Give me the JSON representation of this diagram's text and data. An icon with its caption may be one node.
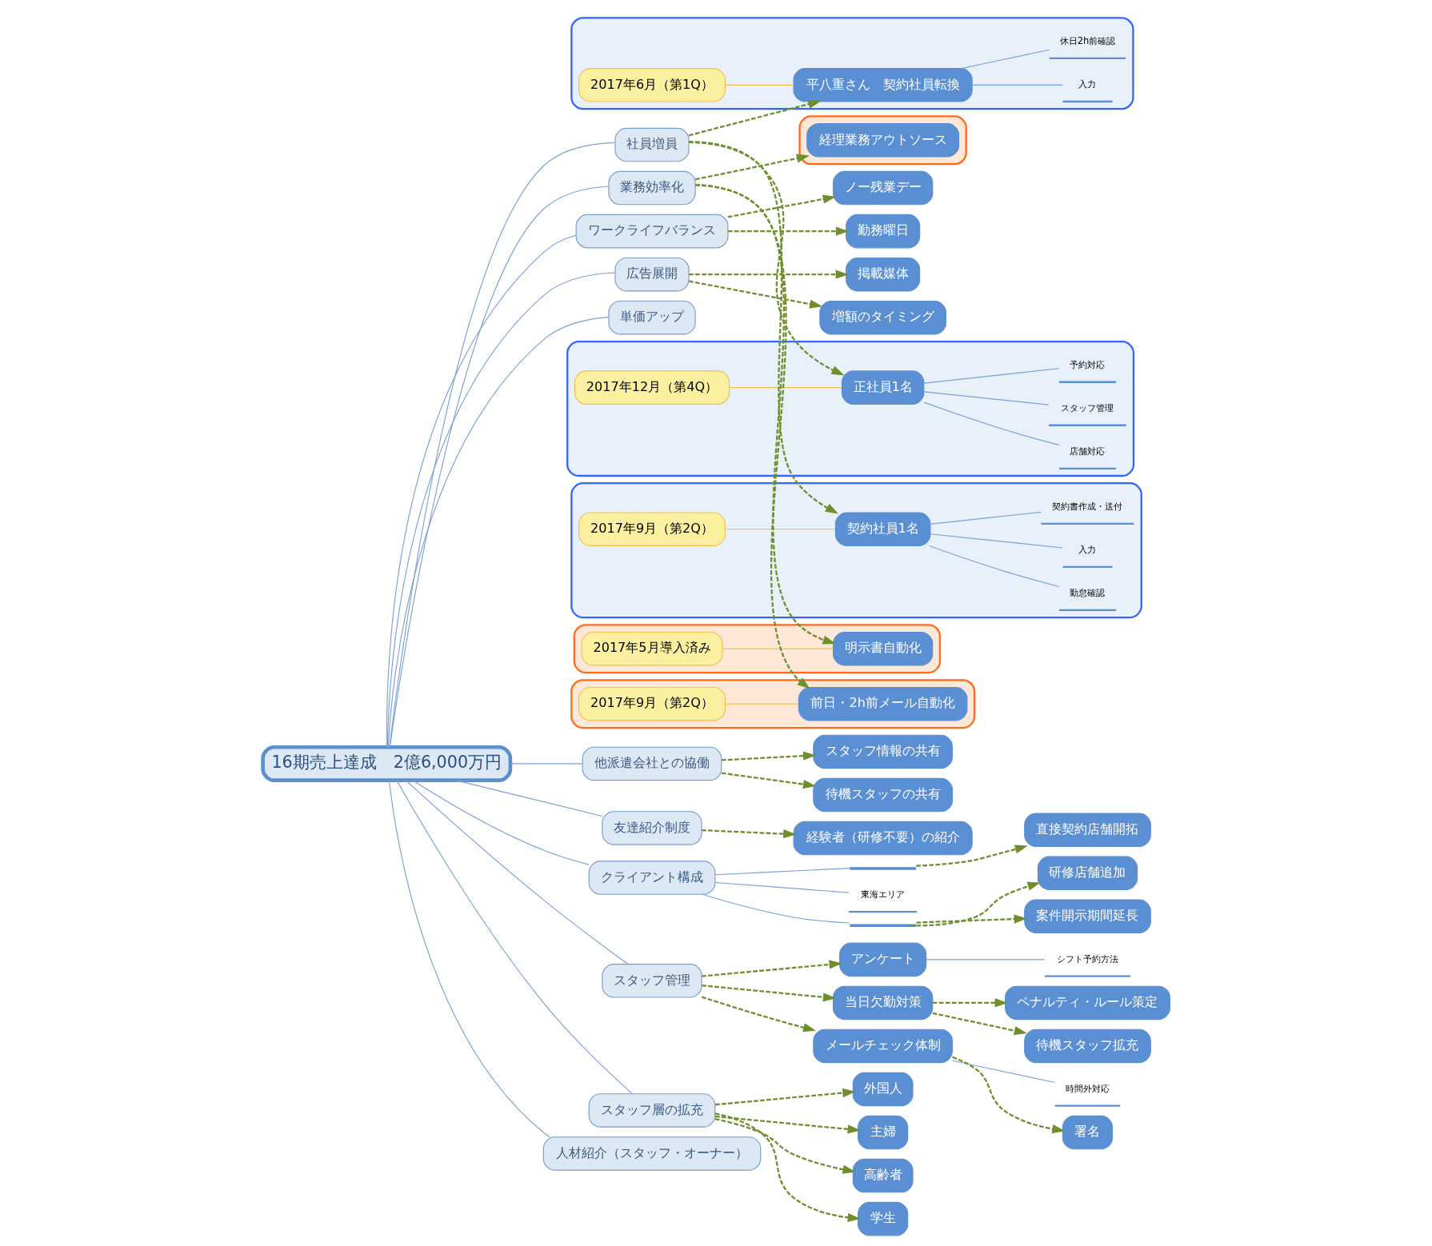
{
  "diagram": {
    "nodes": [
      {
        "text": [
          "16期売上達成　2億6,000万円"
        ]
      },
      {
        "text": [],
        "shape": "box"
      },
      {
        "text": [
          "2017年6月（第1Q）"
        ],
        "in": 1
      },
      {
        "text": [
          "平八重さん　契約社員転換"
        ],
        "in": 1
      },
      {
        "text": [
          "入力"
        ],
        "in": 1
      },
      {
        "text": [
          "休日2h前確認"
        ],
        "in": 1
      },
      {
        "text": [],
        "shape": "box"
      },
      {
        "text": [
          "2017年12月（第4Q）"
        ],
        "in": 6
      },
      {
        "text": [
          "正社員1名"
        ],
        "in": 6
      },
      {
        "text": [
          "スタッフ管理"
        ],
        "in": 6
      },
      {
        "text": [
          "予約対応"
        ],
        "in": 6
      },
      {
        "text": [
          "店舗対応"
        ],
        "in": 6
      },
      {
        "text": [],
        "shape": "box"
      },
      {
        "text": [
          "2017年9月（第2Q）"
        ],
        "in": 12
      },
      {
        "text": [
          "契約社員1名"
        ],
        "in": 12
      },
      {
        "text": [
          "入力"
        ],
        "in": 12
      },
      {
        "text": [
          "契約書作成・送付"
        ],
        "in": 12
      },
      {
        "text": [
          "勤怠確認"
        ],
        "in": 12
      },
      {
        "text": [],
        "shape": "box"
      },
      {
        "text": [
          "2017年5月導入済み"
        ],
        "in": 18
      },
      {
        "text": [
          "明示書自動化"
        ],
        "in": 18
      },
      {
        "text": [],
        "shape": "box"
      },
      {
        "text": [
          "2017年9月（第2Q）"
        ],
        "in": 21
      },
      {
        "text": [
          "前日・2h前メール自動化"
        ],
        "in": 21
      },
      {
        "text": [],
        "shape": "box"
      },
      {
        "text": [
          "経理業務アウトソース"
        ],
        "in": 24
      },
      {
        "text": [
          "社員増員"
        ]
      },
      {
        "text": [
          "業務効率化"
        ]
      },
      {
        "text": [
          "ノー残業デー"
        ]
      },
      {
        "text": [
          "勤務曜日"
        ]
      },
      {
        "text": [
          "ワークライフバランス"
        ]
      },
      {
        "text": [
          "広告展開"
        ]
      },
      {
        "text": [
          "掲載媒体"
        ]
      },
      {
        "text": [
          "増額のタイミング"
        ]
      },
      {
        "text": [
          "単価アップ"
        ]
      },
      {
        "text": [
          "他派遣会社との協働"
        ]
      },
      {
        "text": [
          "スタッフ情報の共有"
        ]
      },
      {
        "text": [
          "待機スタッフの共有"
        ]
      },
      {
        "text": [
          "友達紹介制度"
        ]
      },
      {
        "text": [
          "経験者（研修不要）の紹介"
        ]
      },
      {
        "text": [
          "クライアント構成"
        ]
      },
      {
        "text": [],
        "shape": "line"
      },
      {
        "text": [
          "東海エリア"
        ]
      },
      {
        "text": [],
        "shape": "line"
      },
      {
        "text": [
          "直接契約店舗開拓"
        ]
      },
      {
        "text": [
          "研修店舗追加"
        ]
      },
      {
        "text": [
          "案件開示期間延長"
        ]
      },
      {
        "text": [
          "スタッフ管理"
        ]
      },
      {
        "text": [
          "アンケート"
        ]
      },
      {
        "text": [
          "シフト予約方法"
        ]
      },
      {
        "text": [
          "当日欠勤対策"
        ]
      },
      {
        "text": [
          "ペナルティ・ルール策定"
        ]
      },
      {
        "text": [
          "待機スタッフ拡充"
        ]
      },
      {
        "text": [
          "メールチェック体制"
        ]
      },
      {
        "text": [
          "時間外対応"
        ]
      },
      {
        "text": [
          "署名"
        ]
      },
      {
        "text": [
          "スタッフ層の拡充"
        ]
      },
      {
        "text": [
          "外国人"
        ]
      },
      {
        "text": [
          "主婦"
        ]
      },
      {
        "text": [
          "高齢者"
        ]
      },
      {
        "text": [
          "学生"
        ]
      },
      {
        "text": [
          "人材紹介（スタッフ・オーナー）"
        ]
      }
    ],
    "edges": [
      {
        "from": 0,
        "to": 26,
        "arrow": "none",
        "color": "#7ba0d8"
      },
      {
        "from": 0,
        "to": 27,
        "arrow": "none",
        "color": "#7ba0d8"
      },
      {
        "from": 0,
        "to": 30,
        "arrow": "none",
        "color": "#7ba0d8"
      },
      {
        "from": 0,
        "to": 31,
        "arrow": "none",
        "color": "#7ba0d8"
      },
      {
        "from": 0,
        "to": 34,
        "arrow": "none",
        "color": "#7ba0d8"
      },
      {
        "from": 0,
        "to": 35,
        "arrow": "none",
        "color": "#7ba0d8"
      },
      {
        "from": 0,
        "to": 38,
        "arrow": "none",
        "color": "#7ba0d8"
      },
      {
        "from": 0,
        "to": 40,
        "arrow": "none",
        "color": "#7ba0d8"
      },
      {
        "from": 0,
        "to": 47,
        "arrow": "none",
        "color": "#7ba0d8"
      },
      {
        "from": 0,
        "to": 56,
        "arrow": "none",
        "color": "#7ba0d8"
      },
      {
        "from": 0,
        "to": 61,
        "arrow": "none",
        "color": "#7ba0d8"
      },
      {
        "from": 2,
        "to": 3,
        "arrow": "none",
        "color": "#f0c050"
      },
      {
        "from": 3,
        "to": 4,
        "arrow": "none",
        "color": "#7ba0d8"
      },
      {
        "from": 3,
        "to": 5,
        "arrow": "none",
        "color": "#7ba0d8"
      },
      {
        "from": 7,
        "to": 8,
        "arrow": "none",
        "color": "#f0c050"
      },
      {
        "from": 8,
        "to": 9,
        "arrow": "none",
        "color": "#7ba0d8"
      },
      {
        "from": 8,
        "to": 10,
        "arrow": "none",
        "color": "#7ba0d8"
      },
      {
        "from": 8,
        "to": 11,
        "arrow": "none",
        "color": "#7ba0d8"
      },
      {
        "from": 13,
        "to": 14,
        "arrow": "none",
        "color": "#f0c050"
      },
      {
        "from": 14,
        "to": 15,
        "arrow": "none",
        "color": "#7ba0d8"
      },
      {
        "from": 14,
        "to": 16,
        "arrow": "none",
        "color": "#7ba0d8"
      },
      {
        "from": 14,
        "to": 17,
        "arrow": "none",
        "color": "#7ba0d8"
      },
      {
        "from": 19,
        "to": 20,
        "arrow": "none",
        "color": "#f0c050"
      },
      {
        "from": 22,
        "to": 23,
        "arrow": "none",
        "color": "#f0c050"
      },
      {
        "from": 40,
        "to": 41,
        "arrow": "none",
        "color": "#7ba0d8"
      },
      {
        "from": 40,
        "to": 42,
        "arrow": "none",
        "color": "#7ba0d8"
      },
      {
        "from": 40,
        "to": 43,
        "arrow": "none",
        "color": "#7ba0d8"
      },
      {
        "from": 48,
        "to": 49,
        "arrow": "none",
        "color": "#7ba0d8"
      },
      {
        "from": 53,
        "to": 54,
        "arrow": "none",
        "color": "#7ba0d8"
      },
      {
        "from": 26,
        "to": 3,
        "arrow": "to",
        "style": "dashed"
      },
      {
        "from": 26,
        "to": 8,
        "arrow": "to",
        "style": "dashed"
      },
      {
        "from": 26,
        "to": 14,
        "arrow": "to",
        "style": "dashed"
      },
      {
        "from": 27,
        "to": 20,
        "arrow": "to",
        "style": "dashed"
      },
      {
        "from": 27,
        "to": 23,
        "arrow": "to",
        "style": "dashed"
      },
      {
        "from": 27,
        "to": 25,
        "arrow": "to",
        "style": "dashed"
      },
      {
        "from": 30,
        "to": 28,
        "arrow": "to",
        "style": "dashed"
      },
      {
        "from": 30,
        "to": 29,
        "arrow": "to",
        "style": "dashed"
      },
      {
        "from": 31,
        "to": 32,
        "arrow": "to",
        "style": "dashed"
      },
      {
        "from": 31,
        "to": 33,
        "arrow": "to",
        "style": "dashed"
      },
      {
        "from": 35,
        "to": 36,
        "arrow": "to",
        "style": "dashed"
      },
      {
        "from": 35,
        "to": 37,
        "arrow": "to",
        "style": "dashed"
      },
      {
        "from": 38,
        "to": 39,
        "arrow": "to",
        "style": "dashed"
      },
      {
        "from": 41,
        "to": 44,
        "arrow": "to",
        "style": "dashed"
      },
      {
        "from": 43,
        "to": 45,
        "arrow": "to",
        "style": "dashed"
      },
      {
        "from": 43,
        "to": 46,
        "arrow": "to",
        "style": "dashed"
      },
      {
        "from": 47,
        "to": 48,
        "arrow": "to",
        "style": "dashed"
      },
      {
        "from": 47,
        "to": 50,
        "arrow": "to",
        "style": "dashed"
      },
      {
        "from": 47,
        "to": 53,
        "arrow": "to",
        "style": "dashed"
      },
      {
        "from": 50,
        "to": 51,
        "arrow": "to",
        "style": "dashed"
      },
      {
        "from": 50,
        "to": 52,
        "arrow": "to",
        "style": "dashed"
      },
      {
        "from": 53,
        "to": 55,
        "arrow": "to",
        "style": "dashed"
      },
      {
        "from": 56,
        "to": 57,
        "arrow": "to",
        "style": "dashed"
      },
      {
        "from": 56,
        "to": 58,
        "arrow": "to",
        "style": "dashed"
      },
      {
        "from": 56,
        "to": 59,
        "arrow": "to",
        "style": "dashed"
      },
      {
        "from": 56,
        "to": 60,
        "arrow": "to",
        "style": "dashed"
      }
    ]
  }
}
